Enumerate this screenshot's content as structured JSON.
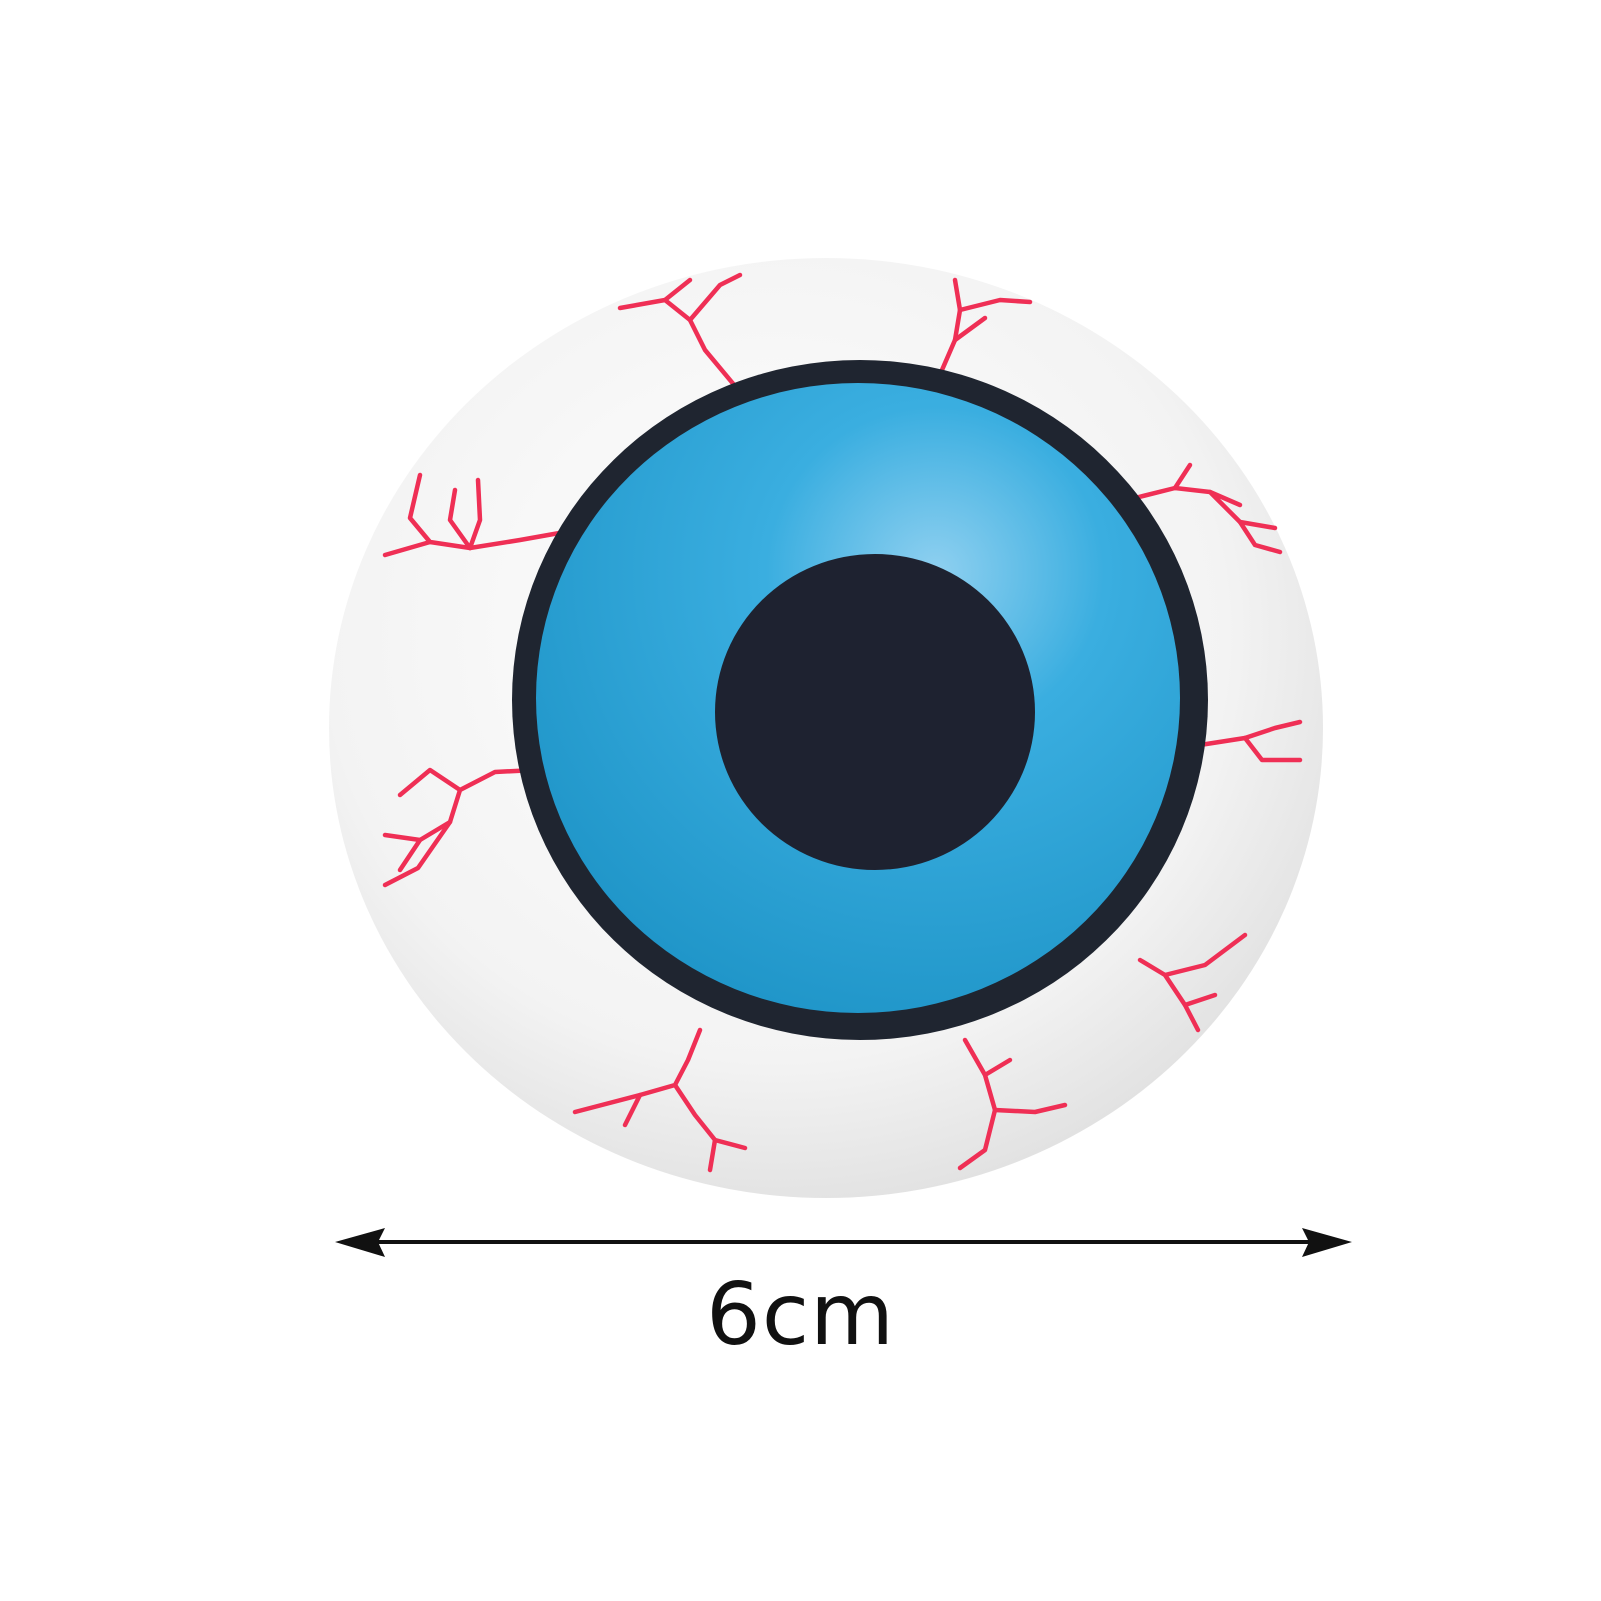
{
  "product": {
    "name_icon": "eyeball-toy",
    "colors": {
      "sclera": "#f4f4f4",
      "sclera_shadow": "#dcdcdc",
      "vein": "#ef2f55",
      "iris": "#2aa3d6",
      "iris_highlight": "#7cc8ec",
      "iris_ring": "#1f2530",
      "pupil": "#1e2230"
    }
  },
  "dimension": {
    "label": "6cm",
    "arrow_icon": "double-headed-arrow"
  }
}
